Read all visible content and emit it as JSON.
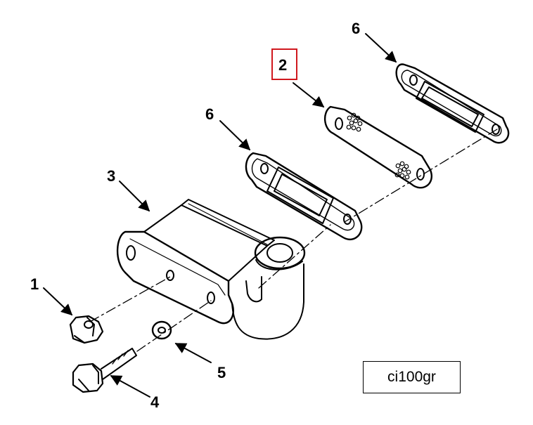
{
  "callouts": {
    "c1": "1",
    "c2": "2",
    "c3": "3",
    "c4": "4",
    "c5": "5",
    "c6a": "6",
    "c6b": "6"
  },
  "figure_id": "ci100gr",
  "highlight_color": "#d0181e",
  "highlighted_callout": "2"
}
